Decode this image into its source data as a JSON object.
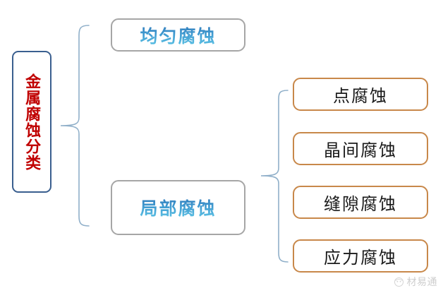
{
  "diagram": {
    "type": "tree-hierarchy",
    "title": "金属腐蚀分类",
    "root": {
      "label": "金属腐蚀分类",
      "text_color": "#C00000",
      "border_color": "#3A5F8F",
      "orientation": "vertical"
    },
    "level2": [
      {
        "id": "uniform-corrosion",
        "label": "均匀腐蚀",
        "text_color_top": "#2F73B5",
        "text_color_bottom": "#63CBE9",
        "border_color": "#A6A6A6"
      },
      {
        "id": "localized-corrosion",
        "label": "局部腐蚀",
        "text_color_top": "#2F73B5",
        "text_color_bottom": "#63CBE9",
        "border_color": "#A6A6A6"
      }
    ],
    "level3": [
      {
        "id": "pitting-corrosion",
        "label": "点腐蚀",
        "text_color": "#1A1A1A",
        "border_color": "#C8884A"
      },
      {
        "id": "intergranular-corrosion",
        "label": "晶间腐蚀",
        "text_color": "#1A1A1A",
        "border_color": "#C8884A"
      },
      {
        "id": "crevice-corrosion",
        "label": "缝隙腐蚀",
        "text_color": "#1A1A1A",
        "border_color": "#C8884A"
      },
      {
        "id": "stress-corrosion",
        "label": "应力腐蚀",
        "text_color": "#1A1A1A",
        "border_color": "#C8884A"
      }
    ],
    "connectors": [
      {
        "id": "brace-root-to-level2",
        "icon": "curly-brace-icon",
        "color": "#8FAFC9",
        "from": "金属腐蚀分类",
        "to": [
          "均匀腐蚀",
          "局部腐蚀"
        ]
      },
      {
        "id": "brace-localized-to-level3",
        "icon": "curly-brace-icon",
        "color": "#8FAFC9",
        "from": "局部腐蚀",
        "to": [
          "点腐蚀",
          "晶间腐蚀",
          "缝隙腐蚀",
          "应力腐蚀"
        ]
      }
    ]
  },
  "watermark": {
    "text": "材易通",
    "icon": "circular-logo-icon",
    "color": "#8A8A8A"
  }
}
